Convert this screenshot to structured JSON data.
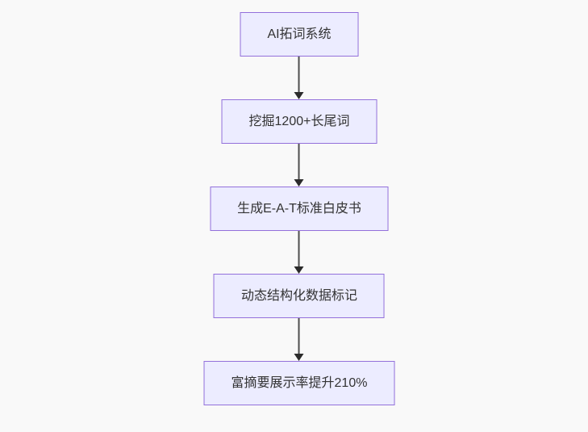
{
  "diagram": {
    "type": "flowchart",
    "direction": "top-down",
    "background_color": "#f9f9f9",
    "node_fill_color": "#ECECFF",
    "node_border_color": "#9370DB",
    "node_text_color": "#333333",
    "arrow_color": "#333333",
    "nodes": [
      {
        "id": "A",
        "label": "AI拓词系统"
      },
      {
        "id": "B",
        "label": "挖掘1200+长尾词"
      },
      {
        "id": "C",
        "label": "生成E-A-T标准白皮书"
      },
      {
        "id": "D",
        "label": "动态结构化数据标记"
      },
      {
        "id": "E",
        "label": "富摘要展示率提升210%"
      }
    ],
    "edges": [
      {
        "from": "A",
        "to": "B"
      },
      {
        "from": "B",
        "to": "C"
      },
      {
        "from": "C",
        "to": "D"
      },
      {
        "from": "D",
        "to": "E"
      }
    ]
  }
}
